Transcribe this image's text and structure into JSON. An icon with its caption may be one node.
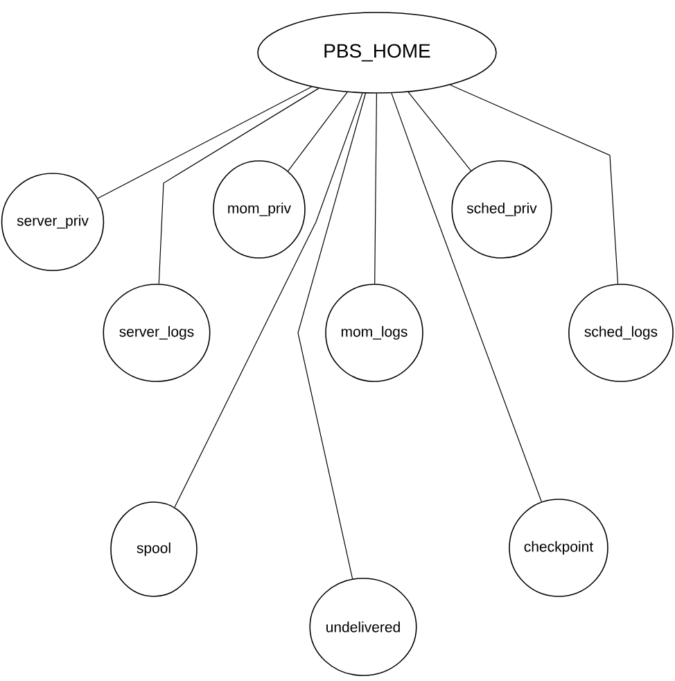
{
  "diagram": {
    "nodes": [
      {
        "text": [
          "PBS_HOME"
        ]
      },
      {
        "text": [
          "server_priv"
        ]
      },
      {
        "text": [
          "mom_priv"
        ]
      },
      {
        "text": [
          "sched_priv"
        ]
      },
      {
        "text": [
          "server_logs"
        ]
      },
      {
        "text": [
          "mom_logs"
        ]
      },
      {
        "text": [
          "sched_logs"
        ]
      },
      {
        "text": [
          "spool"
        ]
      },
      {
        "text": [
          "checkpoint"
        ]
      },
      {
        "text": [
          "undelivered"
        ]
      }
    ],
    "edges": [
      {
        "from": 0,
        "to": 1,
        "arrow": "none"
      },
      {
        "from": 0,
        "to": 4,
        "arrow": "none"
      },
      {
        "from": 0,
        "to": 2,
        "arrow": "none"
      },
      {
        "from": 0,
        "to": 7,
        "arrow": "none"
      },
      {
        "from": 0,
        "to": 9,
        "arrow": "none"
      },
      {
        "from": 0,
        "to": 5,
        "arrow": "none"
      },
      {
        "from": 0,
        "to": 8,
        "arrow": "none"
      },
      {
        "from": 0,
        "to": 3,
        "arrow": "none"
      },
      {
        "from": 0,
        "to": 6,
        "arrow": "none"
      }
    ]
  }
}
